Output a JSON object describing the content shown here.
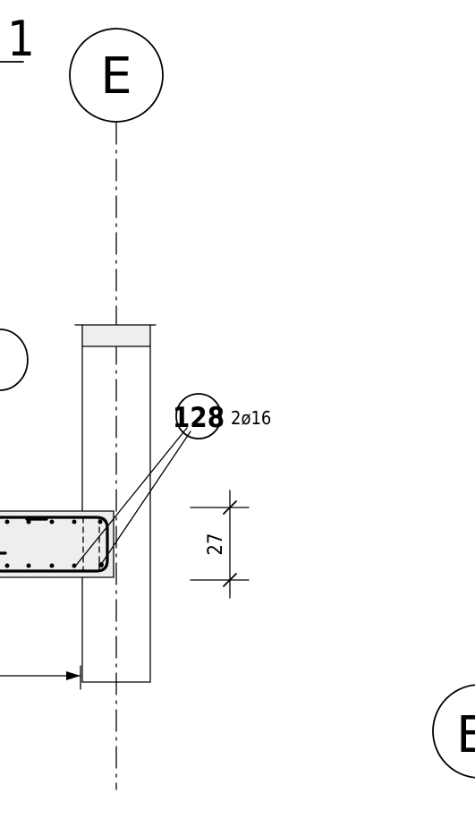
{
  "drawing": {
    "section_mark_partial": "1",
    "grid_labels": {
      "top": "E",
      "bottom_right_partial": "E"
    },
    "rebar_callout": {
      "mark": "128",
      "spec": "2ø16"
    },
    "dimension": {
      "value": "27"
    },
    "colors": {
      "ink": "#000000",
      "cap_fill": "#eeeeee",
      "background": "#ffffff"
    }
  }
}
